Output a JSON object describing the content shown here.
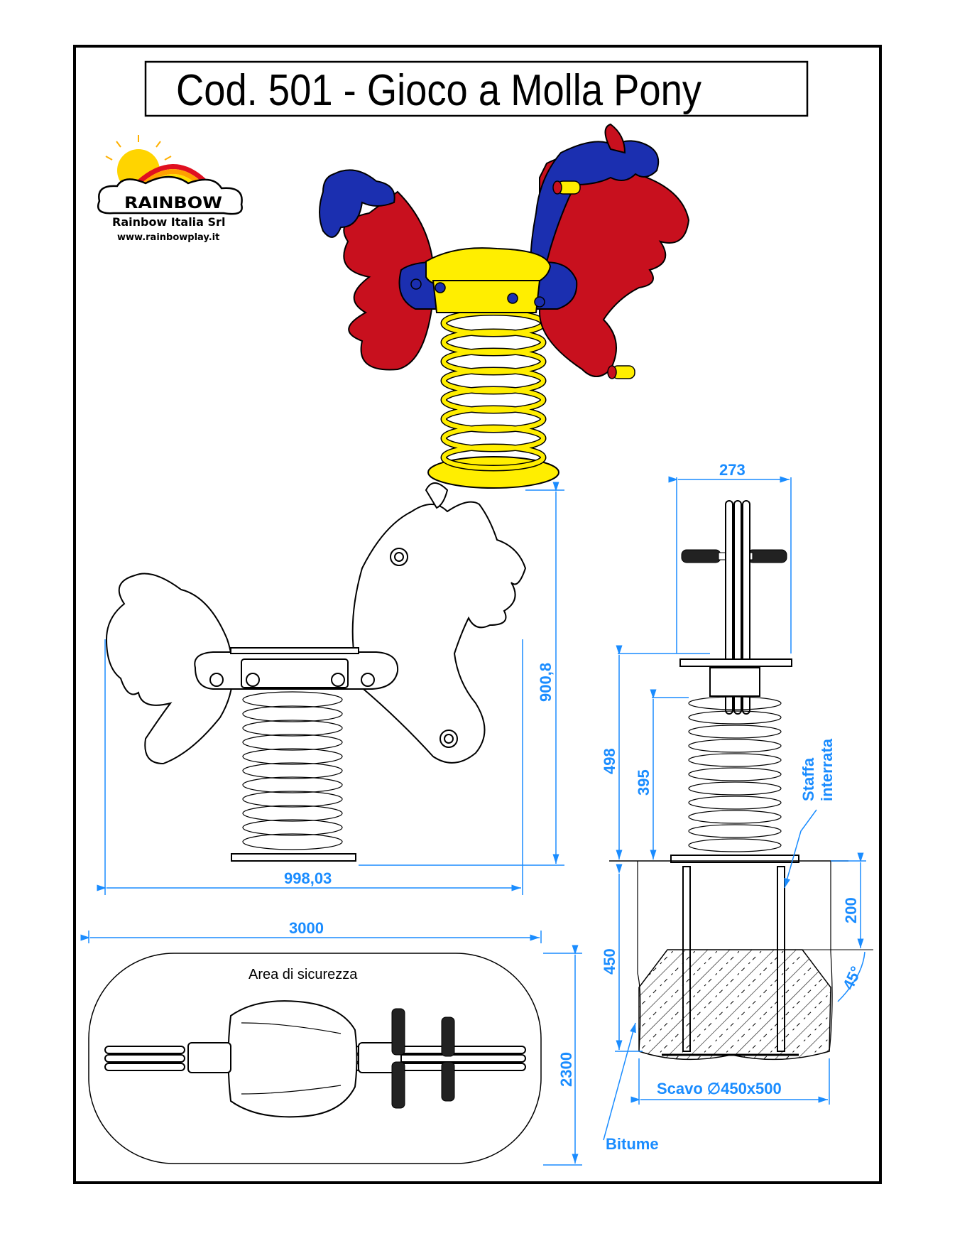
{
  "title": "Cod. 501 - Gioco a Molla Pony",
  "brand": {
    "name": "RAINBOW",
    "company": "Rainbow Italia Srl",
    "website": "www.rainbowplay.it"
  },
  "colors": {
    "red": "#c8101e",
    "blue": "#1b2fb0",
    "yellow": "#ffee00",
    "dimension": "#1a8cff"
  },
  "side_view": {
    "height": "900,8",
    "width": "998,03"
  },
  "front_view": {
    "width": "273",
    "total_height": "498",
    "spring_height": "395",
    "bracket_label": [
      "Staffa",
      "interrata"
    ]
  },
  "top_view": {
    "length": "3000",
    "width": "2300",
    "area_label": "Area di sicurezza"
  },
  "foundation": {
    "depth": "450",
    "top_layer": "200",
    "angle": "45°",
    "excavation": "Scavo ∅450x500",
    "surface_label": "Bitume"
  }
}
